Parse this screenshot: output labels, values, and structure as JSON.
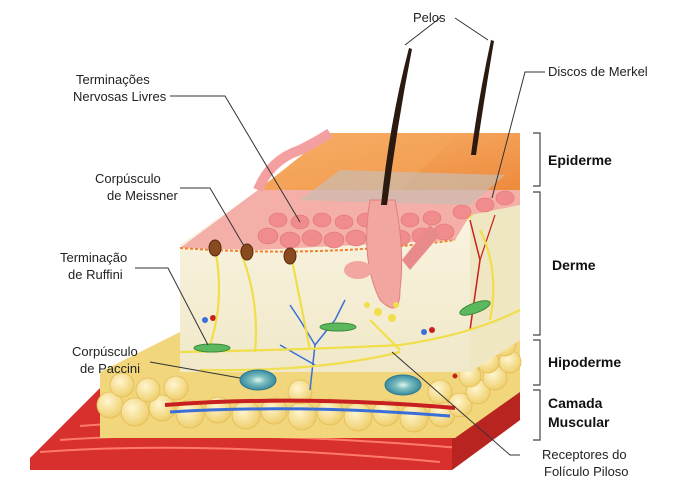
{
  "labels": {
    "pelos": "Pelos",
    "discos_merkel": "Discos de Merkel",
    "terminacoes_1": "Terminações",
    "terminacoes_2": "Nervosas Livres",
    "meissner_1": "Corpúsculo",
    "meissner_2": "de  Meissner",
    "ruffini_1": "Terminação",
    "ruffini_2": "de  Ruffini",
    "paccini_1": "Corpúsculo",
    "paccini_2": "de Paccini",
    "receptores_1": "Receptores do",
    "receptores_2": "Folículo Piloso"
  },
  "layers": {
    "epiderme": "Epiderme",
    "derme": "Derme",
    "hipoderme": "Hipoderme",
    "camada_1": "Camada",
    "camada_2": "Muscular"
  },
  "colors": {
    "epidermis_top": "#f39a4e",
    "epidermis_pink": "#f2a0a0",
    "dermis": "#f6f0dc",
    "fat": "#f5dc8a",
    "muscle": "#d8302c",
    "nerve": "#f0e050",
    "hair": "#2a1a10",
    "vessel_blue": "#3a6fd8",
    "vessel_red": "#c82020"
  }
}
